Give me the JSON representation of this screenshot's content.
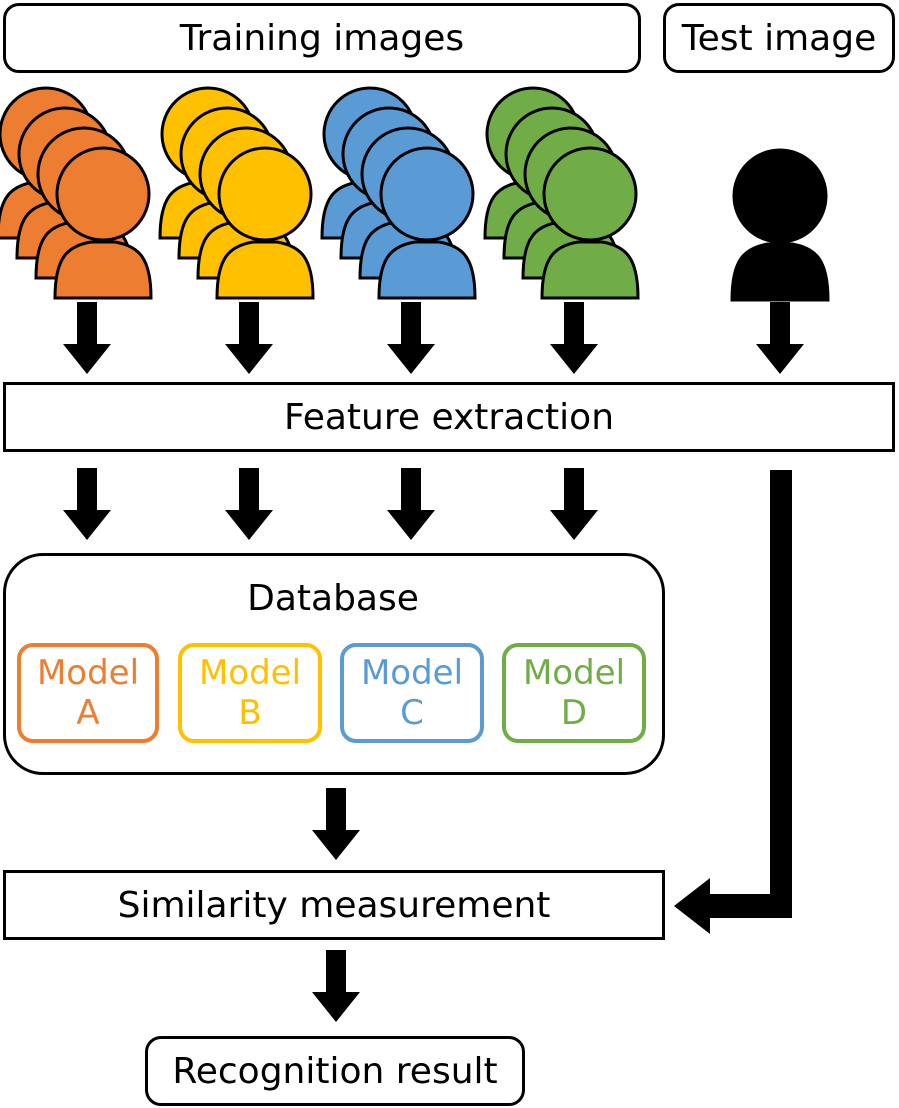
{
  "header": {
    "training_label": "Training images",
    "test_label": "Test image"
  },
  "steps": {
    "feature_extraction": "Feature extraction",
    "similarity": "Similarity measurement",
    "result": "Recognition result"
  },
  "database": {
    "title": "Database",
    "models": [
      {
        "line1": "Model",
        "line2": "A",
        "color": "#ED7D31"
      },
      {
        "line1": "Model",
        "line2": "B",
        "color": "#FFC000"
      },
      {
        "line1": "Model",
        "line2": "C",
        "color": "#5B9BD5"
      },
      {
        "line1": "Model",
        "line2": "D",
        "color": "#70AD47"
      }
    ]
  },
  "person_groups": [
    {
      "name": "training-group-a",
      "color": "#ED7D31",
      "count": 4
    },
    {
      "name": "training-group-b",
      "color": "#FFC000",
      "count": 4
    },
    {
      "name": "training-group-c",
      "color": "#5B9BD5",
      "count": 4
    },
    {
      "name": "training-group-d",
      "color": "#70AD47",
      "count": 4
    }
  ],
  "test_person": {
    "color": "#000000"
  },
  "colors": {
    "line": "#000000",
    "background": "#ffffff"
  }
}
